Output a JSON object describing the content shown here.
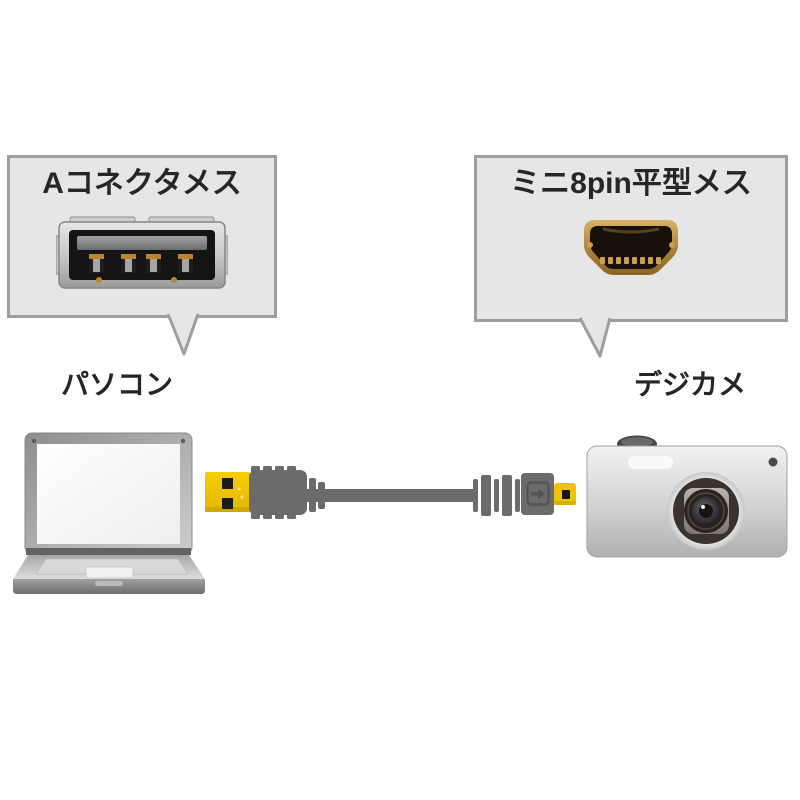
{
  "callouts": {
    "left": {
      "label": "Aコネクタメス",
      "connector_icon": "usb-a-female-connector",
      "device_label": "パソコン"
    },
    "right": {
      "label": "ミニ8pin平型メス",
      "connector_icon": "mini-8pin-flat-female-connector",
      "device_label": "デジカメ"
    }
  },
  "illustration": {
    "left_device": "laptop",
    "right_device": "digital-camera",
    "cable": "usb-a-to-mini-8pin-cable"
  },
  "colors": {
    "background": "#ffffff",
    "callout_fill": "#e6e6e6",
    "callout_border": "#9e9e9e",
    "text": "#262626",
    "usb_plug_yellow": "#f2c500",
    "cable_gray": "#6b6b6b",
    "connector_gold": "#c59a4a",
    "laptop_gray": "#c4c4c4",
    "camera_gray": "#d6d6d6"
  }
}
